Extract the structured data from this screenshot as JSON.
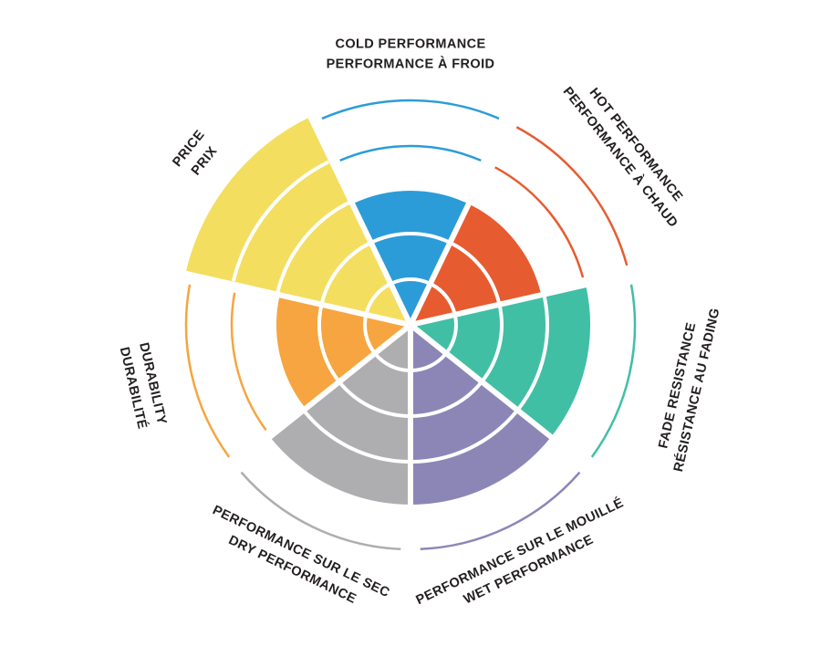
{
  "chart_data": {
    "type": "pie",
    "subtype": "radial-segment-rating-wheel",
    "title": "",
    "scale_max": 5,
    "rings": 5,
    "background_color": "#FFFFFF",
    "label_color": "#231F20",
    "segments": [
      {
        "id": "cold",
        "label_en": "COLD PERFORMANCE",
        "label_fr": "PERFORMANCE À FROID",
        "value": 3,
        "color": "#2B9CD8"
      },
      {
        "id": "hot",
        "label_en": "HOT PERFORMANCE",
        "label_fr": "PERFORMANCE À CHAUD",
        "value": 3,
        "color": "#E65C30"
      },
      {
        "id": "fade",
        "label_en": "FADE RESISTANCE",
        "label_fr": "RÉSISTANCE AU FADING",
        "value": 4,
        "color": "#41BFA5"
      },
      {
        "id": "wet",
        "label_en": "WET PERFORMANCE",
        "label_fr": "PERFORMANCE SUR LE MOUILLÉ",
        "value": 4,
        "color": "#8C86B7"
      },
      {
        "id": "dry",
        "label_en": "DRY PERFORMANCE",
        "label_fr": "PERFORMANCE SUR LE SEC",
        "value": 4,
        "color": "#AEADB0"
      },
      {
        "id": "durability",
        "label_en": "DURABILITY",
        "label_fr": "DURABILITÉ",
        "value": 3,
        "color": "#F6A540"
      },
      {
        "id": "price",
        "label_en": "PRICE",
        "label_fr": "PRIX",
        "value": 5,
        "color": "#F3DE5F"
      }
    ]
  }
}
